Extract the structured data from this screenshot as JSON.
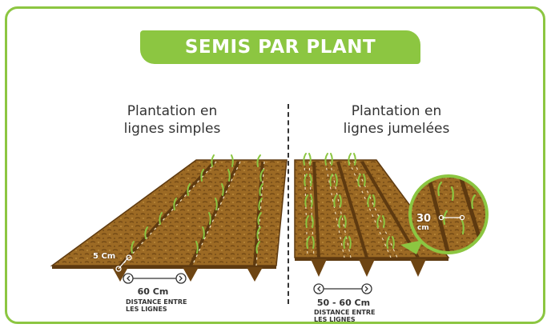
{
  "title": "SEMIS PAR PLANT",
  "left": {
    "subtitle_line1": "Plantation en",
    "subtitle_line2": "lignes simples",
    "seed_spacing": "5 Cm",
    "row_distance": "60 Cm",
    "distance_line1": "DISTANCE ENTRE",
    "distance_line2": "LES LIGNES"
  },
  "right": {
    "subtitle_line1": "Plantation en",
    "subtitle_line2": "lignes jumelées",
    "row_distance": "50 - 60 Cm",
    "distance_line1": "DISTANCE ENTRE",
    "distance_line2": "LES LIGNES",
    "zoom_spacing_value": "30",
    "zoom_spacing_unit": "cm"
  },
  "colors": {
    "accent": "#8cc641",
    "soil": "#9c6a24",
    "soil_dark": "#5e3a10",
    "text": "#333333"
  }
}
